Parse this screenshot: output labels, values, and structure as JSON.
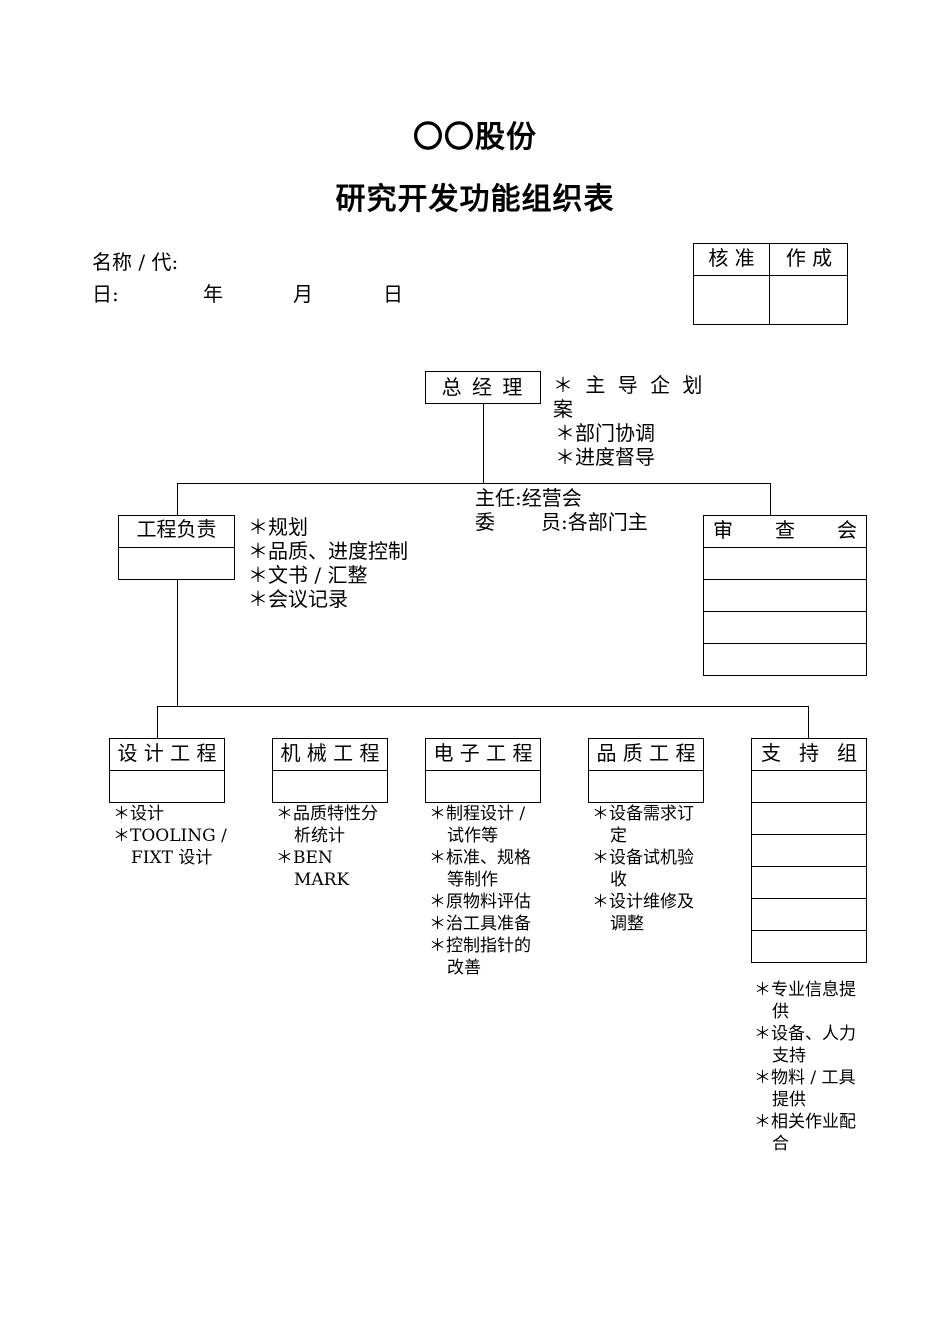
{
  "header": {
    "company": "〇〇股份",
    "title": "研究开发功能组织表"
  },
  "meta": {
    "name_label": "名称 / 代:",
    "date_label": "日:",
    "year": "年",
    "month": "月",
    "day": "日"
  },
  "approval": {
    "approve": "核 准",
    "create": "作 成"
  },
  "gm": {
    "label": "总 经 理",
    "notes": [
      "＊ 主 导 企 划",
      "案",
      "＊部门协调",
      "＊进度督导"
    ]
  },
  "committee_text": {
    "chair": "主任:经营会",
    "member_label": "委",
    "member_value": "员:各部门主"
  },
  "eng_lead": {
    "label": "工程负责",
    "notes": [
      "＊规划",
      "＊品质、进度控制",
      "＊文书 / 汇整",
      "＊会议记录"
    ]
  },
  "review": {
    "label_chars": [
      "审",
      "查",
      "会"
    ]
  },
  "depts": [
    {
      "label": "设 计 工 程",
      "notes": [
        "＊设计",
        "＊TOOLING /",
        "FIXT 设计"
      ]
    },
    {
      "label": "机 械 工 程",
      "notes": [
        "＊品质特性分",
        "析统计",
        "＊BEN",
        "MARK"
      ]
    },
    {
      "label": "电 子 工 程",
      "notes": [
        "＊制程设计 /",
        "试作等",
        "＊标准、规格",
        "等制作",
        "＊原物料评估",
        "＊治工具准备",
        "＊控制指针的",
        "改善"
      ]
    },
    {
      "label": "品 质 工 程",
      "notes": [
        "＊设备需求订",
        "定",
        "＊设备试机验",
        "收",
        "＊设计维修及",
        "调整"
      ]
    },
    {
      "label_chars": [
        "支",
        "持",
        "组"
      ],
      "notes": [
        "＊专业信息提",
        "供",
        "＊设备、人力",
        "支持",
        "＊物料 / 工具",
        "提供",
        "＊相关作业配",
        "合"
      ]
    }
  ]
}
